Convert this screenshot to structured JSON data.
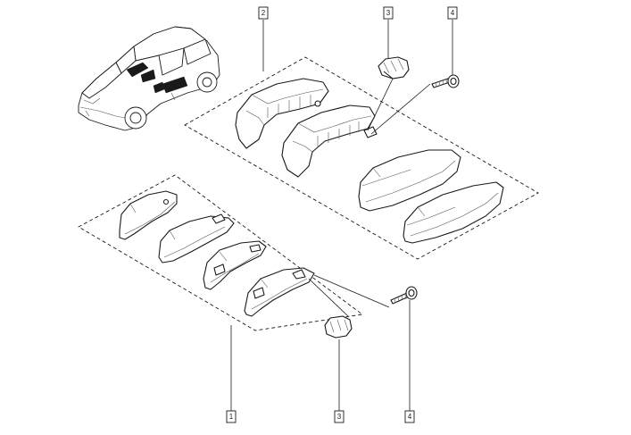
{
  "diagram": {
    "callouts": [
      {
        "id": "callout-1",
        "label": "1"
      },
      {
        "id": "callout-2",
        "label": "2"
      },
      {
        "id": "callout-3-top",
        "label": "3"
      },
      {
        "id": "callout-4-top",
        "label": "4"
      },
      {
        "id": "callout-3-bottom",
        "label": "3"
      },
      {
        "id": "callout-4-bottom",
        "label": "4"
      }
    ]
  }
}
